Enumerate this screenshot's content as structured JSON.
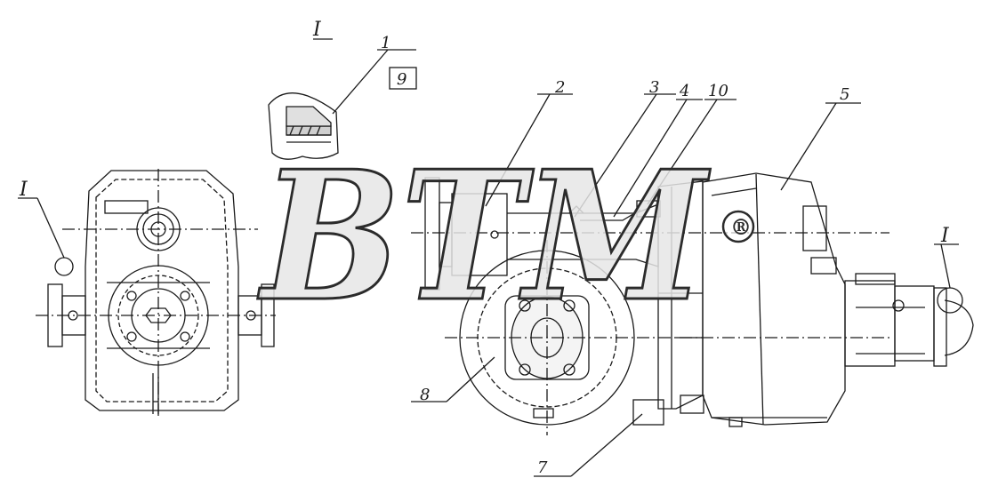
{
  "drawing": {
    "section_marker": "I",
    "left_view_marker": "I",
    "right_view_marker": "I",
    "callouts": [
      "1",
      "9",
      "2",
      "3",
      "4",
      "10",
      "5",
      "8",
      "7"
    ]
  },
  "watermark": {
    "text": "BTM",
    "registered": "®",
    "color": "#e6e6e6",
    "outline": "#2b2b2b"
  },
  "colors": {
    "line": "#1a1a1a",
    "background": "#ffffff"
  }
}
